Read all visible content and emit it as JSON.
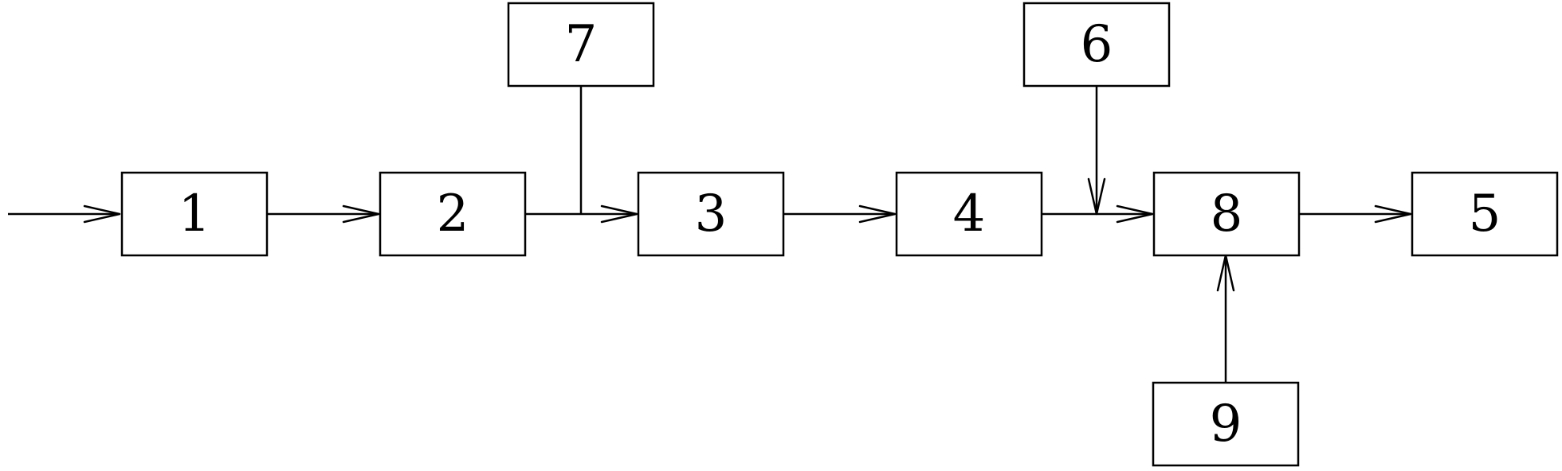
{
  "diagram": {
    "boxes": [
      {
        "id": "1",
        "label": "1"
      },
      {
        "id": "2",
        "label": "2"
      },
      {
        "id": "3",
        "label": "3"
      },
      {
        "id": "4",
        "label": "4"
      },
      {
        "id": "8",
        "label": "8"
      },
      {
        "id": "5",
        "label": "5"
      },
      {
        "id": "7",
        "label": "7"
      },
      {
        "id": "6",
        "label": "6"
      },
      {
        "id": "9",
        "label": "9"
      }
    ],
    "connections": [
      {
        "from": "input",
        "to": "1"
      },
      {
        "from": "1",
        "to": "2"
      },
      {
        "from": "2",
        "to": "3"
      },
      {
        "from": "7",
        "to": "2-3 line"
      },
      {
        "from": "3",
        "to": "4"
      },
      {
        "from": "4",
        "to": "8"
      },
      {
        "from": "6",
        "to": "4-8 line"
      },
      {
        "from": "8",
        "to": "5"
      },
      {
        "from": "9",
        "to": "8"
      }
    ]
  }
}
